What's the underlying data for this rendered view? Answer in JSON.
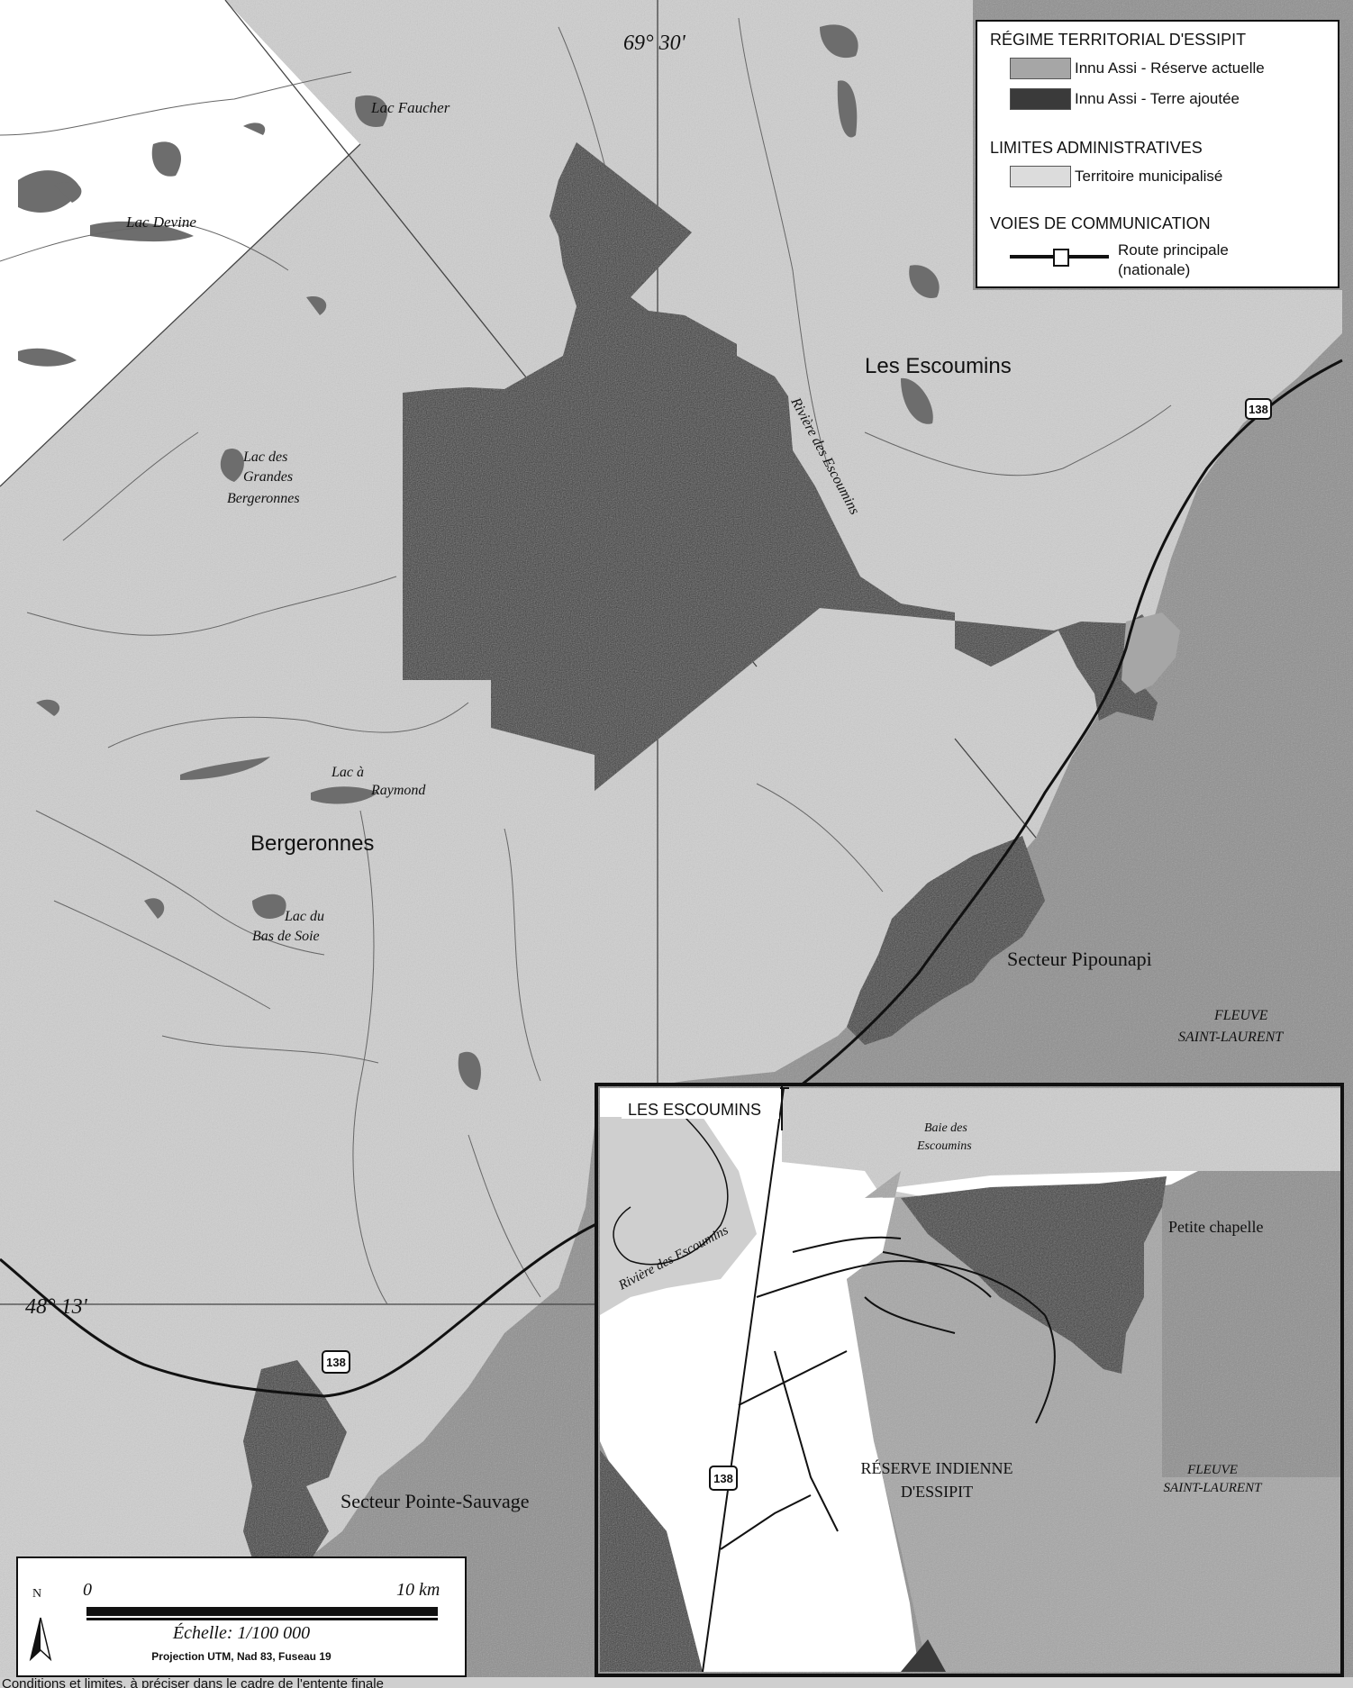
{
  "legend": {
    "section1_title": "RÉGIME TERRITORIAL D'ESSIPIT",
    "item_reserve": "Innu Assi - Réserve actuelle",
    "item_added": "Innu Assi - Terre ajoutée",
    "section2_title": "LIMITES ADMINISTRATIVES",
    "item_municipal": "Territoire municipalisé",
    "section3_title": "VOIES DE COMMUNICATION",
    "item_road_line1": "Route principale",
    "item_road_line2": "(nationale)"
  },
  "coordinates": {
    "longitude": "69° 30'",
    "latitude": "48° 13'"
  },
  "places": {
    "lac_faucher": "Lac Faucher",
    "lac_devine": "Lac Devine",
    "lac_grandes_berg_1": "Lac des",
    "lac_grandes_berg_2": "Grandes",
    "lac_grandes_berg_3": "Bergeronnes",
    "lac_raymond_1": "Lac à",
    "lac_raymond_2": "Raymond",
    "lac_bas_soie_1": "Lac du",
    "lac_bas_soie_2": "Bas de Soie",
    "bergeronnes": "Bergeronnes",
    "les_escoumins": "Les Escoumins",
    "riviere": "Rivière des Escoumins",
    "secteur_pipounapi": "Secteur Pipounapi",
    "secteur_pointe_sauvage": "Secteur Pointe-Sauvage",
    "fleuve_1": "FLEUVE",
    "fleuve_2": "SAINT-LAURENT"
  },
  "road_shield": "138",
  "inset": {
    "town": "LES ESCOUMINS",
    "baie_1": "Baie des",
    "baie_2": "Escoumins",
    "petite_chapelle": "Petite chapelle",
    "riviere": "Rivière des Escoumins",
    "reserve_1": "RÉSERVE INDIENNE",
    "reserve_2": "D'ESSIPIT",
    "fleuve_1": "FLEUVE",
    "fleuve_2": "SAINT-LAURENT",
    "shield": "138"
  },
  "scale": {
    "north": "N",
    "zero": "0",
    "max": "10 km",
    "scale_text": "Échelle: 1/100 000",
    "projection": "Projection UTM, Nad 83, Fuseau 19"
  },
  "footer_caption": "Conditions et limites, à préciser dans le cadre de l'entente finale",
  "colors": {
    "water": "#8e8e8e",
    "land_outside": "#ffffff",
    "municipal": "#cfcfcf",
    "reserve_actuelle": "#a6a6a6",
    "terre_ajoutee": "#3a3a3a",
    "lakes": "#6d6d6d"
  }
}
